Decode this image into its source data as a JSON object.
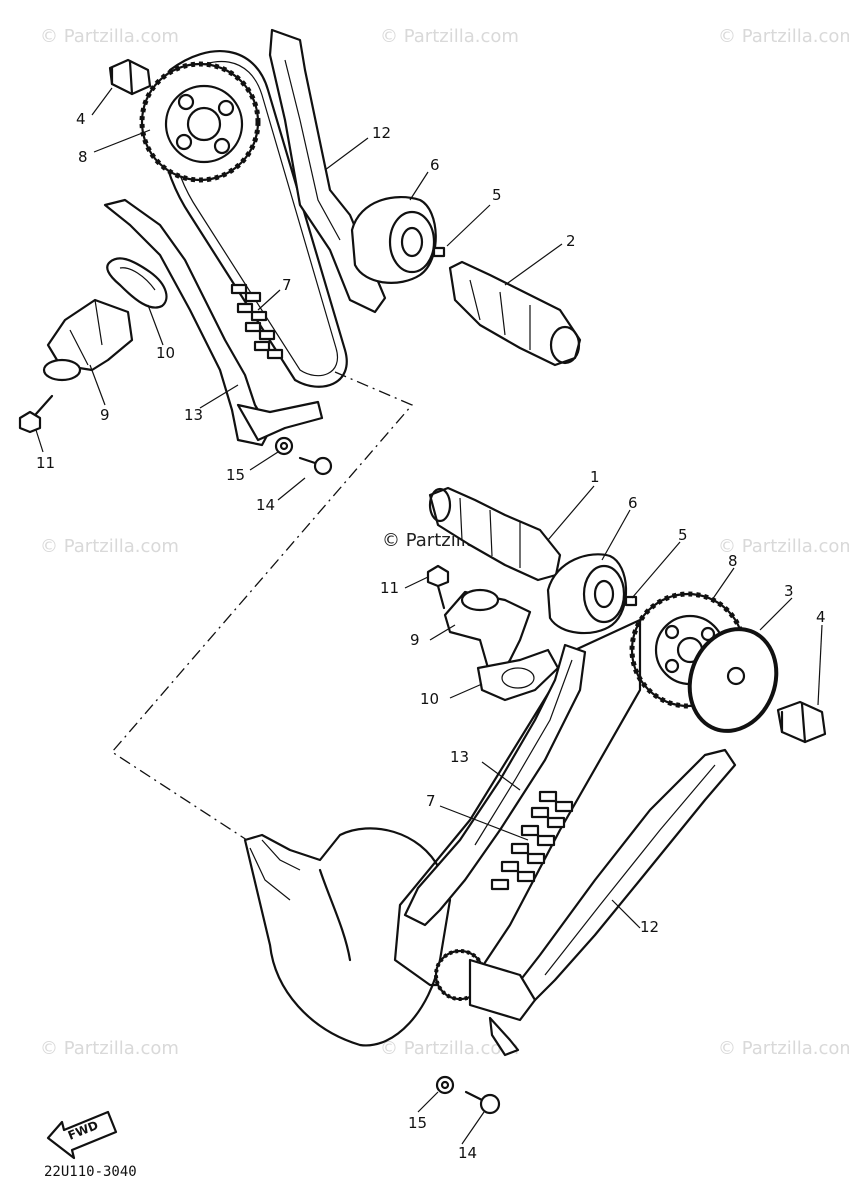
{
  "watermark": "© Partzilla.com",
  "diagram_code": "22U110-3040",
  "fwd_label": "FWD",
  "callouts": {
    "top": {
      "c4": "4",
      "c8": "8",
      "c12": "12",
      "c6": "6",
      "c5": "5",
      "c2": "2",
      "c7": "7",
      "c10": "10",
      "c9": "9",
      "c13": "13",
      "c11": "11",
      "c15": "15",
      "c14": "14"
    },
    "bottom": {
      "c1": "1",
      "c6": "6",
      "c5": "5",
      "c8": "8",
      "c3": "3",
      "c4": "4",
      "c11": "11",
      "c9": "9",
      "c10": "10",
      "c13": "13",
      "c7": "7",
      "c12": "12",
      "c15": "15",
      "c14": "14"
    }
  }
}
